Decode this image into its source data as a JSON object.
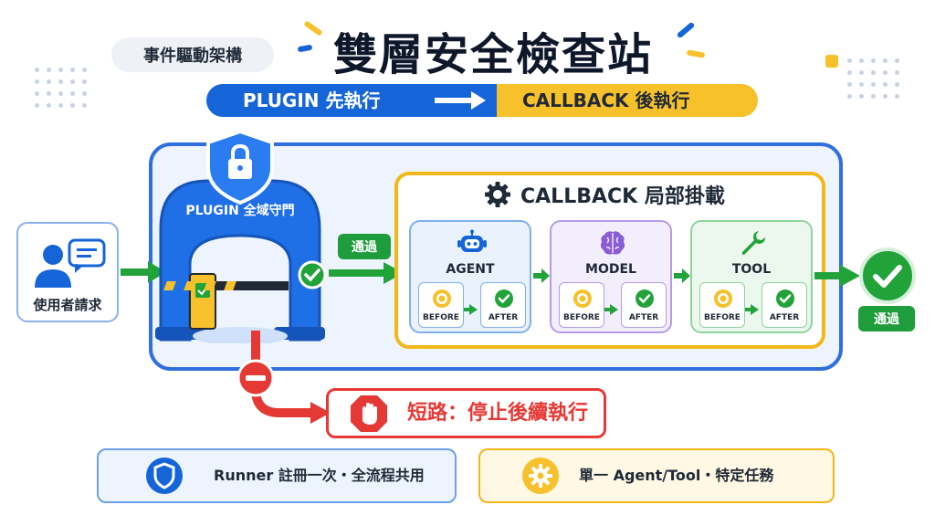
{
  "header": {
    "tag": "事件驅動架構",
    "title": "雙層安全檢查站"
  },
  "flow": {
    "first": "PLUGIN 先執行",
    "second": "CALLBACK 後執行"
  },
  "user": {
    "label": "使用者請求"
  },
  "plugin": {
    "label": "PLUGIN 全域守門"
  },
  "pass_label_1": "通過",
  "pass_label_2": "通過",
  "callback": {
    "title": "CALLBACK 局部掛載",
    "stages": [
      {
        "name": "AGENT",
        "before": "BEFORE",
        "after": "AFTER"
      },
      {
        "name": "MODEL",
        "before": "BEFORE",
        "after": "AFTER"
      },
      {
        "name": "TOOL",
        "before": "BEFORE",
        "after": "AFTER"
      }
    ]
  },
  "short_circuit": {
    "label": "短路：停止後續執行"
  },
  "notes": {
    "plugin_note": "Runner 註冊一次・全流程共用",
    "callback_note": "單一 Agent/Tool・特定任務"
  },
  "colors": {
    "blue": "#1565d8",
    "yellow": "#f7c12b",
    "green": "#22a33a",
    "red": "#e53935",
    "purple": "#8a5cd6"
  }
}
